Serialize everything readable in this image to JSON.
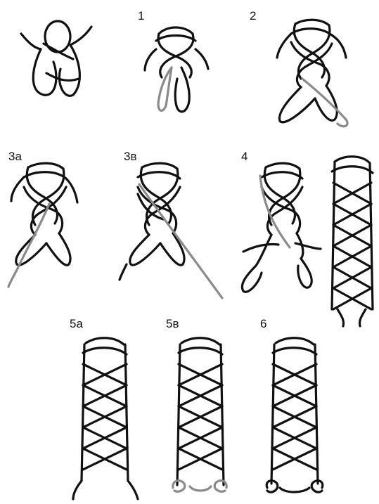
{
  "steps": {
    "s1": "1",
    "s2": "2",
    "s3a": "3а",
    "s3b": "3в",
    "s4": "4",
    "s5a": "5а",
    "s5b": "5в",
    "s6": "6"
  },
  "colors": {
    "ink": "#111111",
    "working_strand": "#8a8a8a",
    "background": "#ffffff"
  }
}
